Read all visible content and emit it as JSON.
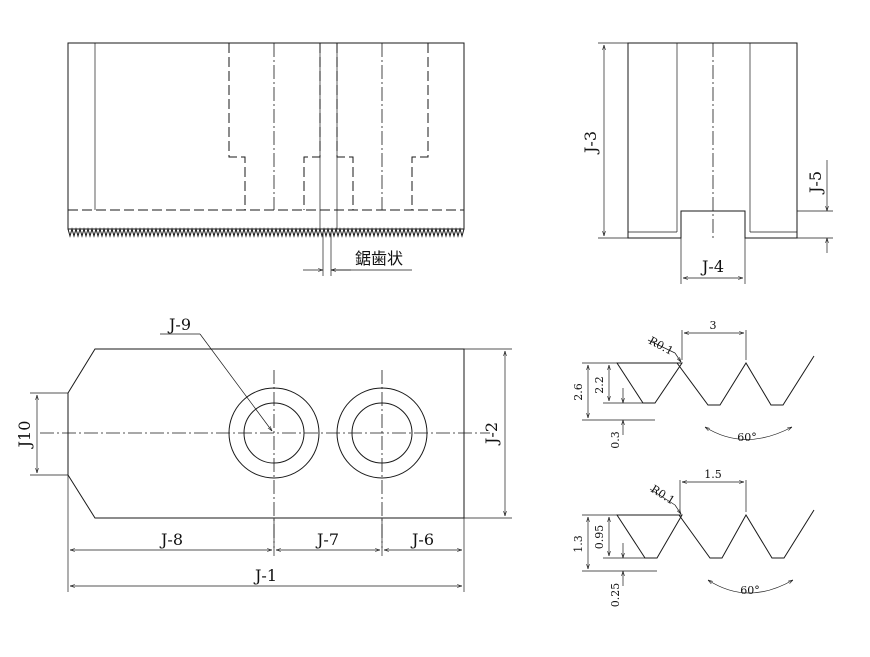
{
  "labels": {
    "j1": "J-1",
    "j2": "J-2",
    "j3": "J-3",
    "j4": "J-4",
    "j5": "J-5",
    "j6": "J-6",
    "j7": "J-7",
    "j8": "J-8",
    "j9": "J-9",
    "j10": "J10",
    "serration": "鋸歯状"
  },
  "detail_coarse": {
    "pitch": "3",
    "radius": "R0.1",
    "height_total": "2.6",
    "height_tooth": "2.2",
    "gap": "0.3",
    "angle": "60°"
  },
  "detail_fine": {
    "pitch": "1.5",
    "radius": "R0.1",
    "height_total": "1.3",
    "height_tooth": "0.95",
    "gap": "0.25",
    "angle": "60°"
  }
}
